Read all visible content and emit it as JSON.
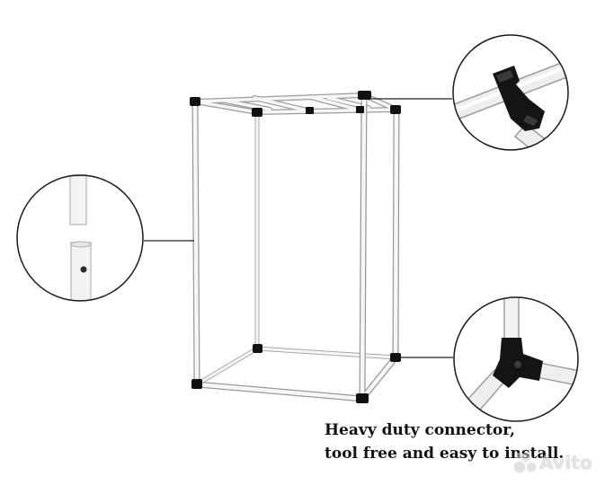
{
  "caption": {
    "line1": "Heavy duty connector,",
    "line2": "tool free and easy to install."
  },
  "watermark": {
    "text": "Avito"
  },
  "colors": {
    "pole": "#f4f4f4",
    "pole_edge": "#9a9a9a",
    "connector": "#111111",
    "callout_line": "#222222",
    "circle_border": "#1a1a1a"
  },
  "icons": [
    "frame-drawing",
    "connector-zoom",
    "pole-joint-zoom",
    "corner-connector-zoom",
    "avito-logo-icon"
  ]
}
